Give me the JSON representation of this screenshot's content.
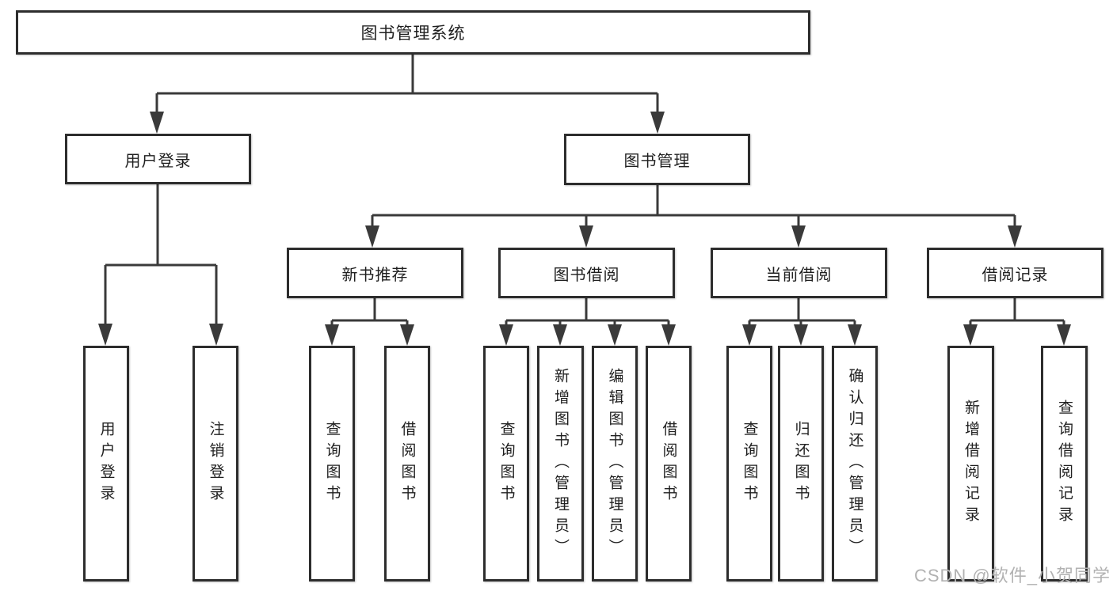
{
  "tree": {
    "label": "图书管理系统",
    "children": [
      {
        "label": "用户登录",
        "children": [
          {
            "label": "用户登录"
          },
          {
            "label": "注销登录"
          }
        ]
      },
      {
        "label": "图书管理",
        "children": [
          {
            "label": "新书推荐",
            "children": [
              {
                "label": "查询图书"
              },
              {
                "label": "借阅图书"
              }
            ]
          },
          {
            "label": "图书借阅",
            "children": [
              {
                "label": "查询图书"
              },
              {
                "label": "新增图书（管理员）"
              },
              {
                "label": "编辑图书（管理员）"
              },
              {
                "label": "借阅图书"
              }
            ]
          },
          {
            "label": "当前借阅",
            "children": [
              {
                "label": "查询图书"
              },
              {
                "label": "归还图书"
              },
              {
                "label": "确认归还（管理员）"
              }
            ]
          },
          {
            "label": "借阅记录",
            "children": [
              {
                "label": "新增借阅记录"
              },
              {
                "label": "查询借阅记录"
              }
            ]
          }
        ]
      }
    ]
  },
  "watermark": {
    "text": "CSDN @软件_小贺同学"
  },
  "colors": {
    "line": "#3a3a3a",
    "border": "#2d2d2d",
    "text": "#1f1f1f",
    "watermark": "#b2b2b2",
    "background": "#ffffff"
  }
}
